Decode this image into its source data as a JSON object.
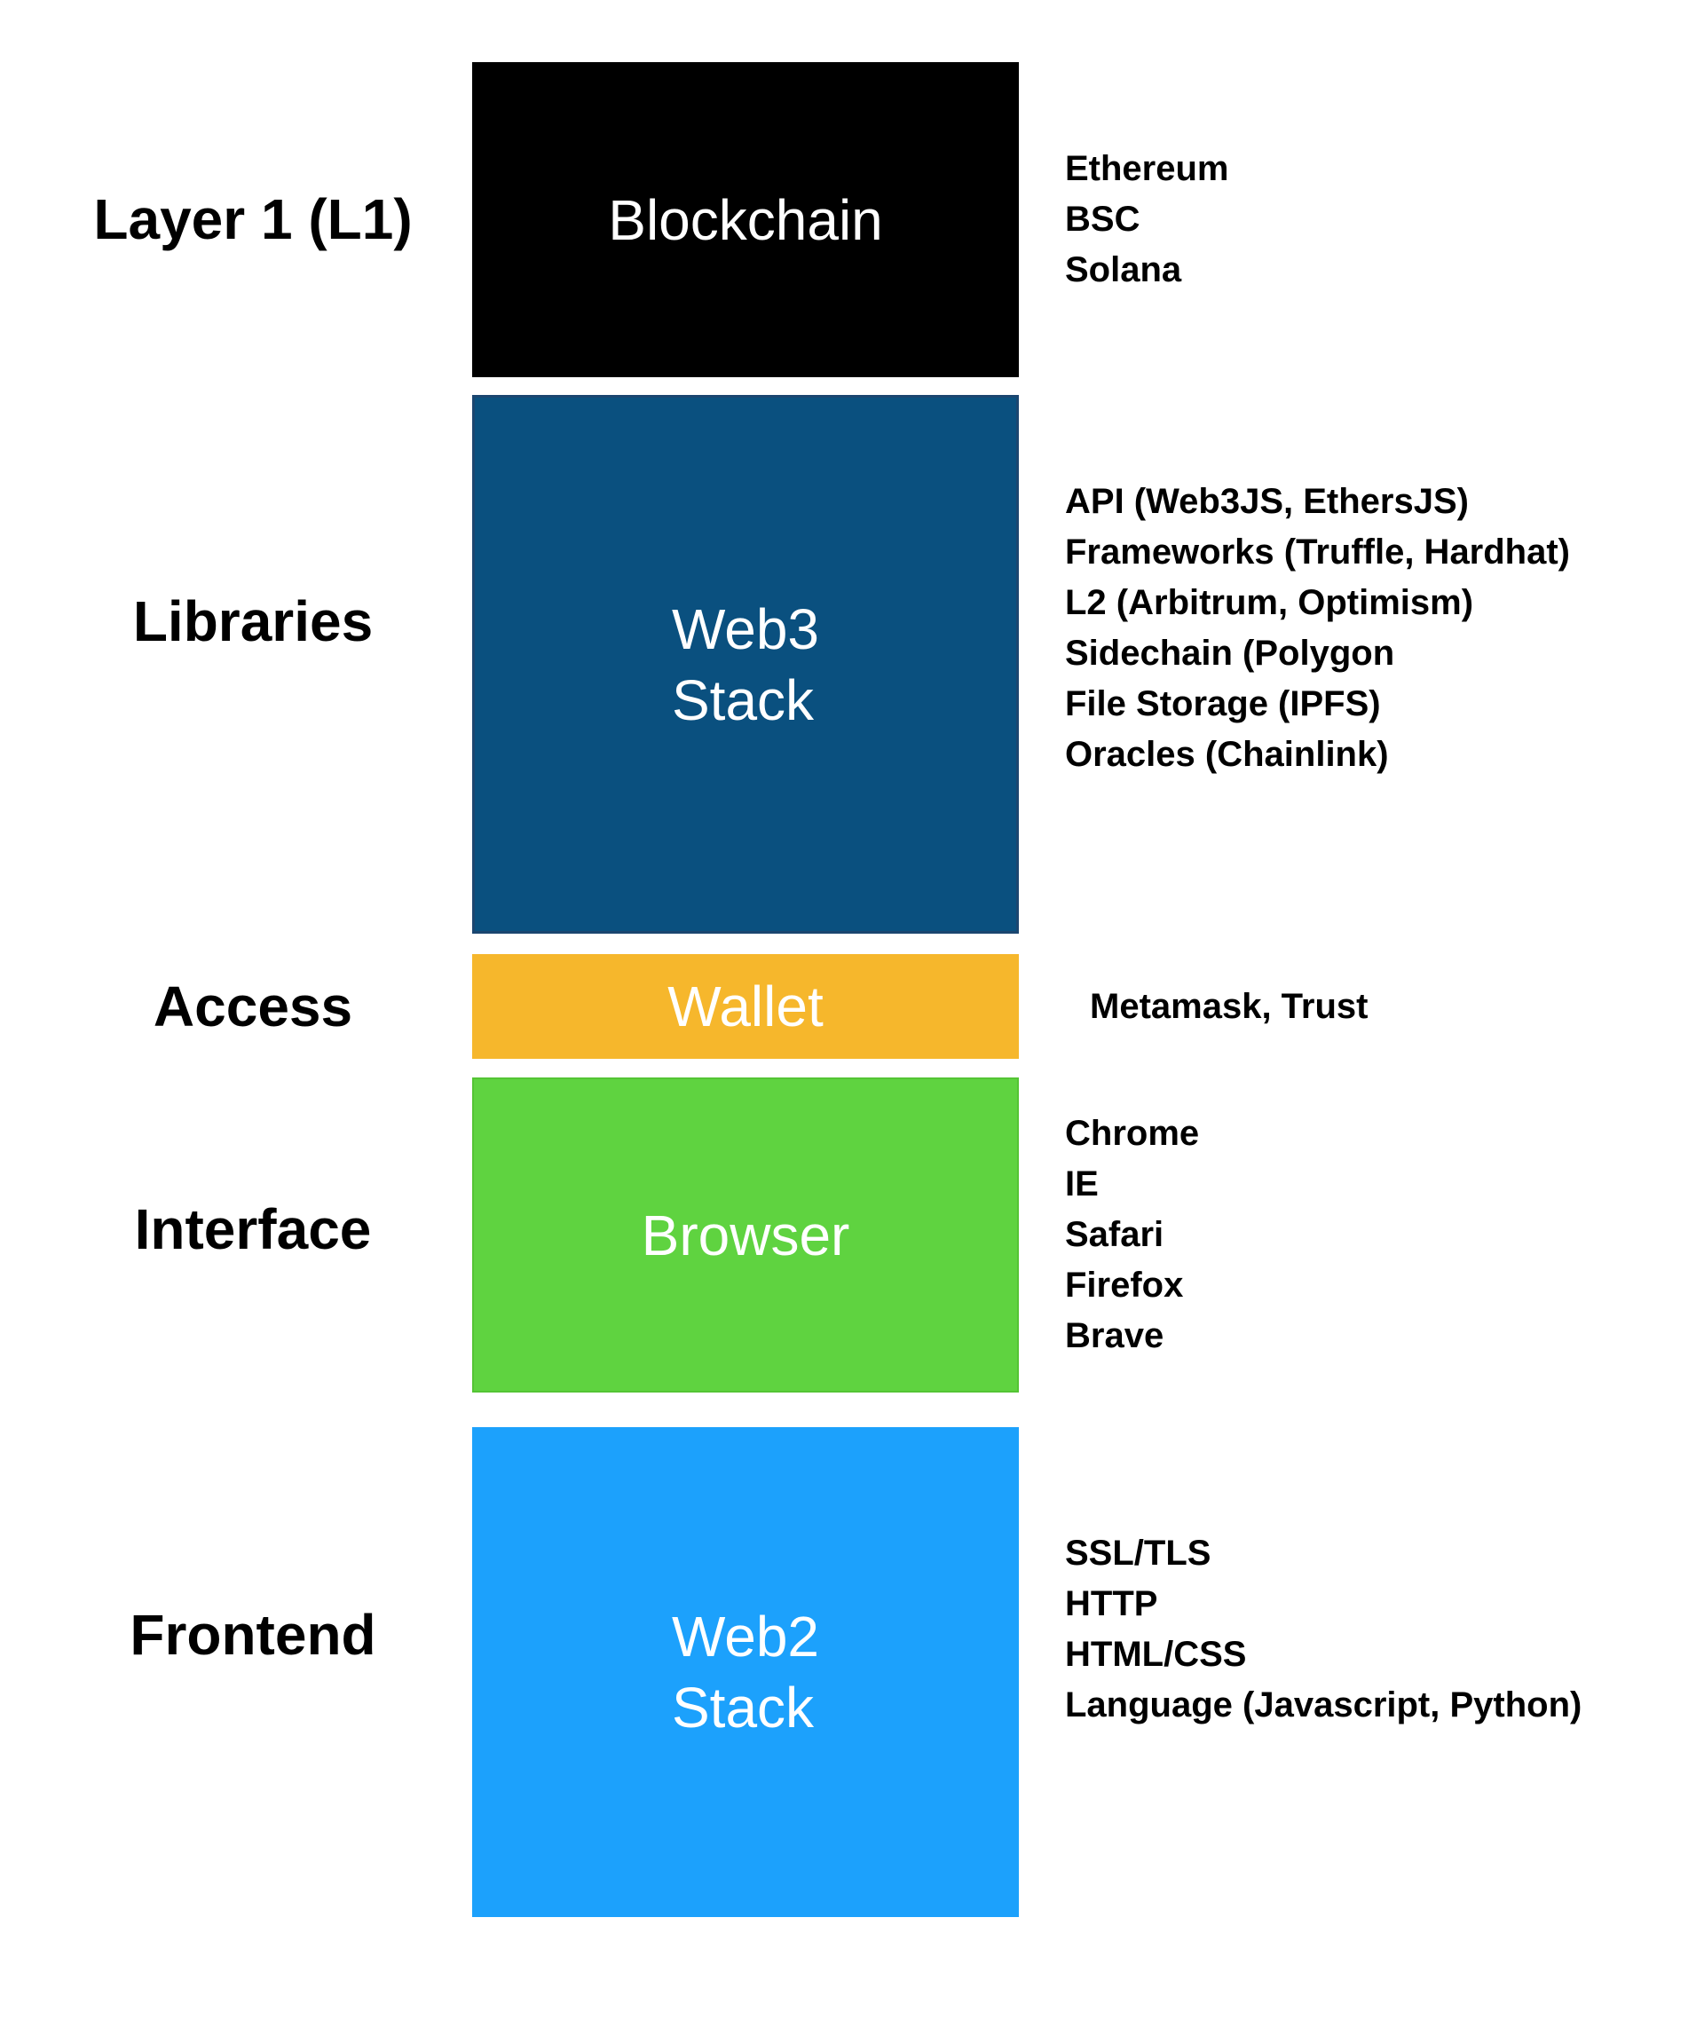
{
  "palette": {
    "background": "#FFFFFF",
    "blockchain_black": "#000000",
    "web3_blue": "#0A507F",
    "web3_border_navy": "#1B4670",
    "wallet_orange": "#F6B72C",
    "browser_green": "#5FD340",
    "web2_light_blue": "#1CA1FC",
    "label_text": "#000000",
    "box_text": "#FFFFFF"
  },
  "rows": [
    {
      "label": "Layer 1 (L1)",
      "box": {
        "title": "Blockchain"
      },
      "items": [
        "Ethereum",
        "BSC",
        "Solana"
      ]
    },
    {
      "label": "Libraries",
      "box": {
        "title_lines": [
          "Web3",
          "Stack"
        ]
      },
      "items": [
        "API (Web3JS, EthersJS)",
        "Frameworks (Truffle, Hardhat)",
        "L2 (Arbitrum, Optimism)",
        "Sidechain (Polygon",
        "File Storage (IPFS)",
        "Oracles (Chainlink)"
      ]
    },
    {
      "label": "Access",
      "box": {
        "title": "Wallet"
      },
      "items": [
        "Metamask, Trust"
      ]
    },
    {
      "label": "Interface",
      "box": {
        "title": "Browser"
      },
      "items": [
        "Chrome",
        "IE",
        "Safari",
        "Firefox",
        "Brave"
      ]
    },
    {
      "label": "Frontend",
      "box": {
        "title_lines": [
          "Web2",
          "Stack"
        ]
      },
      "items": [
        "SSL/TLS",
        "HTTP",
        "HTML/CSS",
        "Language (Javascript, Python)"
      ]
    }
  ]
}
